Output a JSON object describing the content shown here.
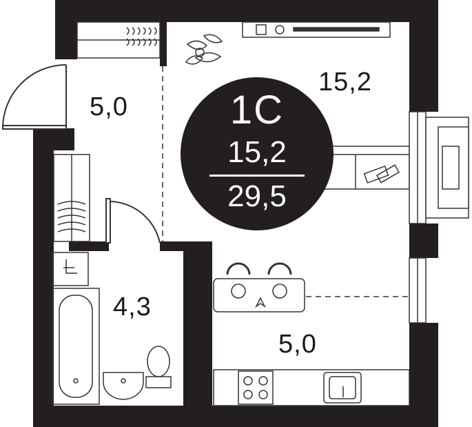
{
  "apartment": {
    "type": "1С",
    "living_area": "15,2",
    "total_area": "29,5"
  },
  "rooms": {
    "living_room": "15,2",
    "hallway": "5,0",
    "bathroom": "4,3",
    "kitchen": "5,0"
  },
  "colors": {
    "wall": "#231f20",
    "badge_bg": "#231f20",
    "badge_text": "#ffffff",
    "line": "#333333"
  },
  "icons": [
    "wardrobe-icon",
    "plant-icon",
    "tv-stand-icon",
    "sofa-icon",
    "window-icon",
    "door-icon",
    "dining-table-icon",
    "bathtub-icon",
    "sink-icon",
    "toilet-icon",
    "washing-machine-icon",
    "stove-icon",
    "kitchen-sink-icon"
  ]
}
